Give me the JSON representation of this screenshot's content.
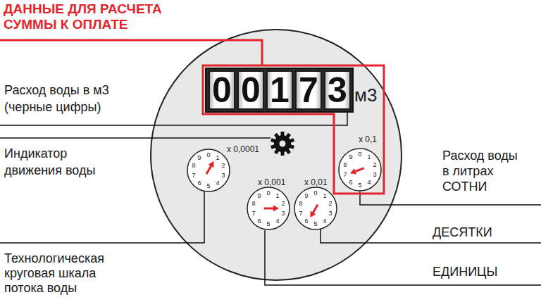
{
  "diagram": {
    "title": "ДАННЫЕ ДЛЯ РАСЧЕТА СУММЫ К ОПЛАТЕ",
    "nodes": [
      {
        "text": [
          "м3"
        ]
      },
      {
        "text": [
          "0"
        ],
        "in": 0
      },
      {
        "text": [
          "0"
        ],
        "in": 0
      },
      {
        "text": [
          "1"
        ],
        "in": 0
      },
      {
        "text": [
          "7"
        ],
        "in": 0
      },
      {
        "text": [
          "3"
        ],
        "in": 0
      },
      {
        "text": [
          "x 0,0001",
          "0",
          "1",
          "2",
          "3",
          "4",
          "5",
          "6",
          "7",
          "8",
          "9"
        ],
        "in": 0
      },
      {
        "text": [
          "x 0,001",
          "0",
          "1",
          "2",
          "3",
          "4",
          "5",
          "6",
          "7",
          "8",
          "9"
        ],
        "in": 0
      },
      {
        "text": [
          "x 0,01",
          "0",
          "1",
          "2",
          "3",
          "4",
          "5",
          "6",
          "7",
          "8",
          "9"
        ],
        "in": 0
      },
      {
        "text": [
          "x 0,1",
          "0",
          "1",
          "2",
          "3",
          "4",
          "5",
          "6",
          "7",
          "8",
          "9"
        ],
        "in": 0
      }
    ],
    "labels": [
      "Расход воды в м3 (черные цифры)",
      "Индикатор движения воды",
      "Технологическая круговая шкала потока воды",
      "Расход воды в литрах СОТНИ",
      "ДЕСЯТКИ",
      "ЕДИНИЦЫ"
    ]
  }
}
